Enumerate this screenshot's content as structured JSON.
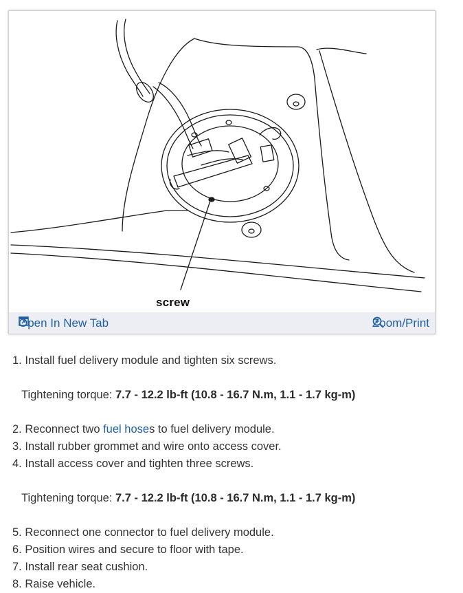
{
  "figure": {
    "callout": "screw",
    "toolbar": {
      "open_tab": "Open In New Tab",
      "zoom_print": "Zoom/Print"
    }
  },
  "steps": [
    {
      "num": "1.",
      "text": "Install fuel delivery module and tighten six screws."
    },
    {
      "torque_label": "Tightening torque:",
      "torque_value": "7.7 - 12.2 lb-ft (10.8 - 16.7 N.m, 1.1 - 1.7 kg-m)"
    },
    {
      "num": "2.",
      "before": "Reconnect two ",
      "link": "fuel hose",
      "after": "s to fuel delivery module."
    },
    {
      "num": "3.",
      "text": "Install rubber grommet and wire onto access cover."
    },
    {
      "num": "4.",
      "text": "Install access cover and tighten three screws."
    },
    {
      "torque_label": "Tightening torque:",
      "torque_value": "7.7 - 12.2 lb-ft (10.8 - 16.7 N.m, 1.1 - 1.7 kg-m)"
    },
    {
      "num": "5.",
      "text": "Reconnect one connector to fuel delivery module."
    },
    {
      "num": "6.",
      "text": "Position wires and secure to floor with tape."
    },
    {
      "num": "7.",
      "text": "Install rear seat cushion."
    },
    {
      "num": "8.",
      "text": "Raise vehicle."
    }
  ],
  "colors": {
    "link": "#1f5fa8",
    "toolbar_bg": "#eceef4",
    "text": "#333333"
  }
}
